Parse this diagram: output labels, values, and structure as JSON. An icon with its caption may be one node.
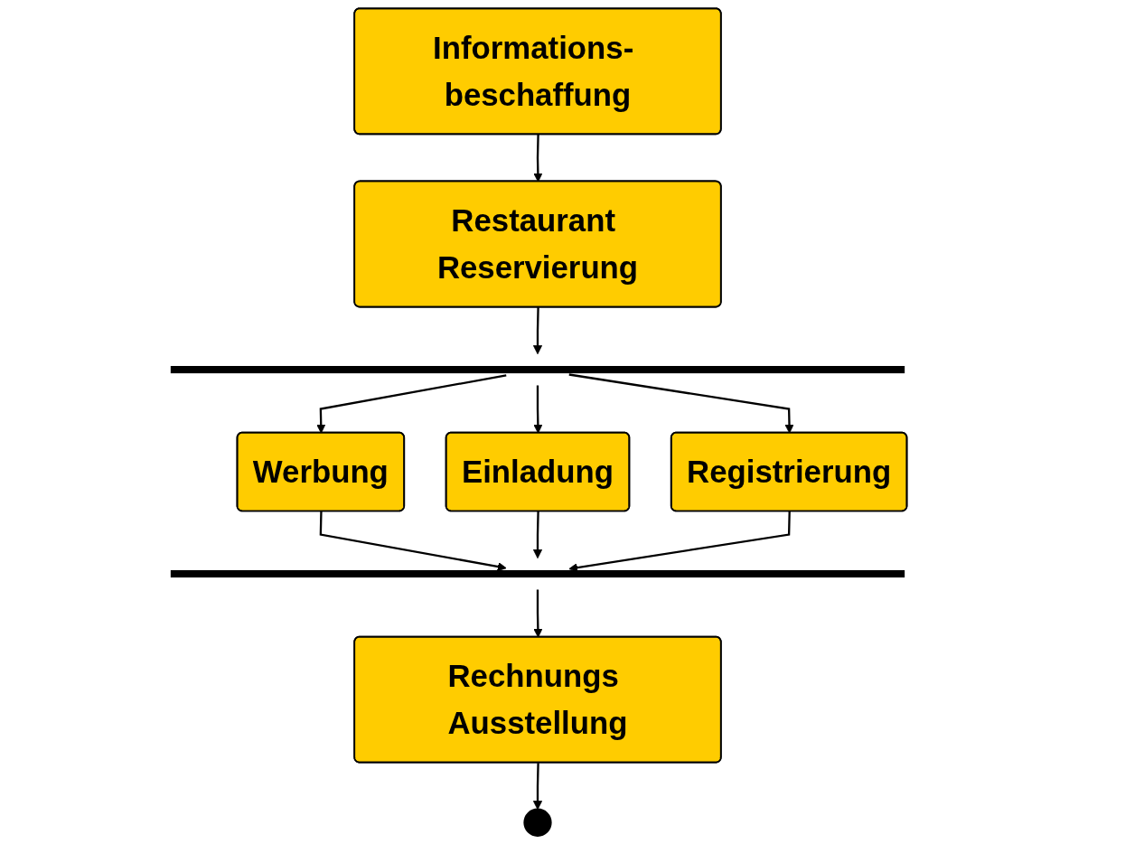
{
  "diagram": {
    "nodes": [
      {
        "text": [
          "Informations- beschaffung"
        ]
      },
      {
        "text": [
          "Restaurant Reservierung"
        ]
      },
      {
        "text": [],
        "shape": "bar"
      },
      {
        "text": [
          "Werbung"
        ]
      },
      {
        "text": [
          "Einladung"
        ]
      },
      {
        "text": [
          "Registrierung"
        ]
      },
      {
        "text": [],
        "shape": "bar"
      },
      {
        "text": [
          "Rechnungs Ausstellung"
        ]
      },
      {
        "text": [],
        "shape": "circle"
      }
    ],
    "edges": [
      {
        "from": 0,
        "to": 1,
        "arrow": "to"
      },
      {
        "from": 1,
        "to": 2,
        "arrow": "to"
      },
      {
        "from": 2,
        "to": 3,
        "arrow": "to"
      },
      {
        "from": 2,
        "to": 4,
        "arrow": "to"
      },
      {
        "from": 2,
        "to": 5,
        "arrow": "to"
      },
      {
        "from": 3,
        "to": 6,
        "arrow": "to"
      },
      {
        "from": 4,
        "to": 6,
        "arrow": "to"
      },
      {
        "from": 5,
        "to": 6,
        "arrow": "to"
      },
      {
        "from": 6,
        "to": 7,
        "arrow": "to"
      },
      {
        "from": 7,
        "to": 8,
        "arrow": "to"
      }
    ]
  }
}
